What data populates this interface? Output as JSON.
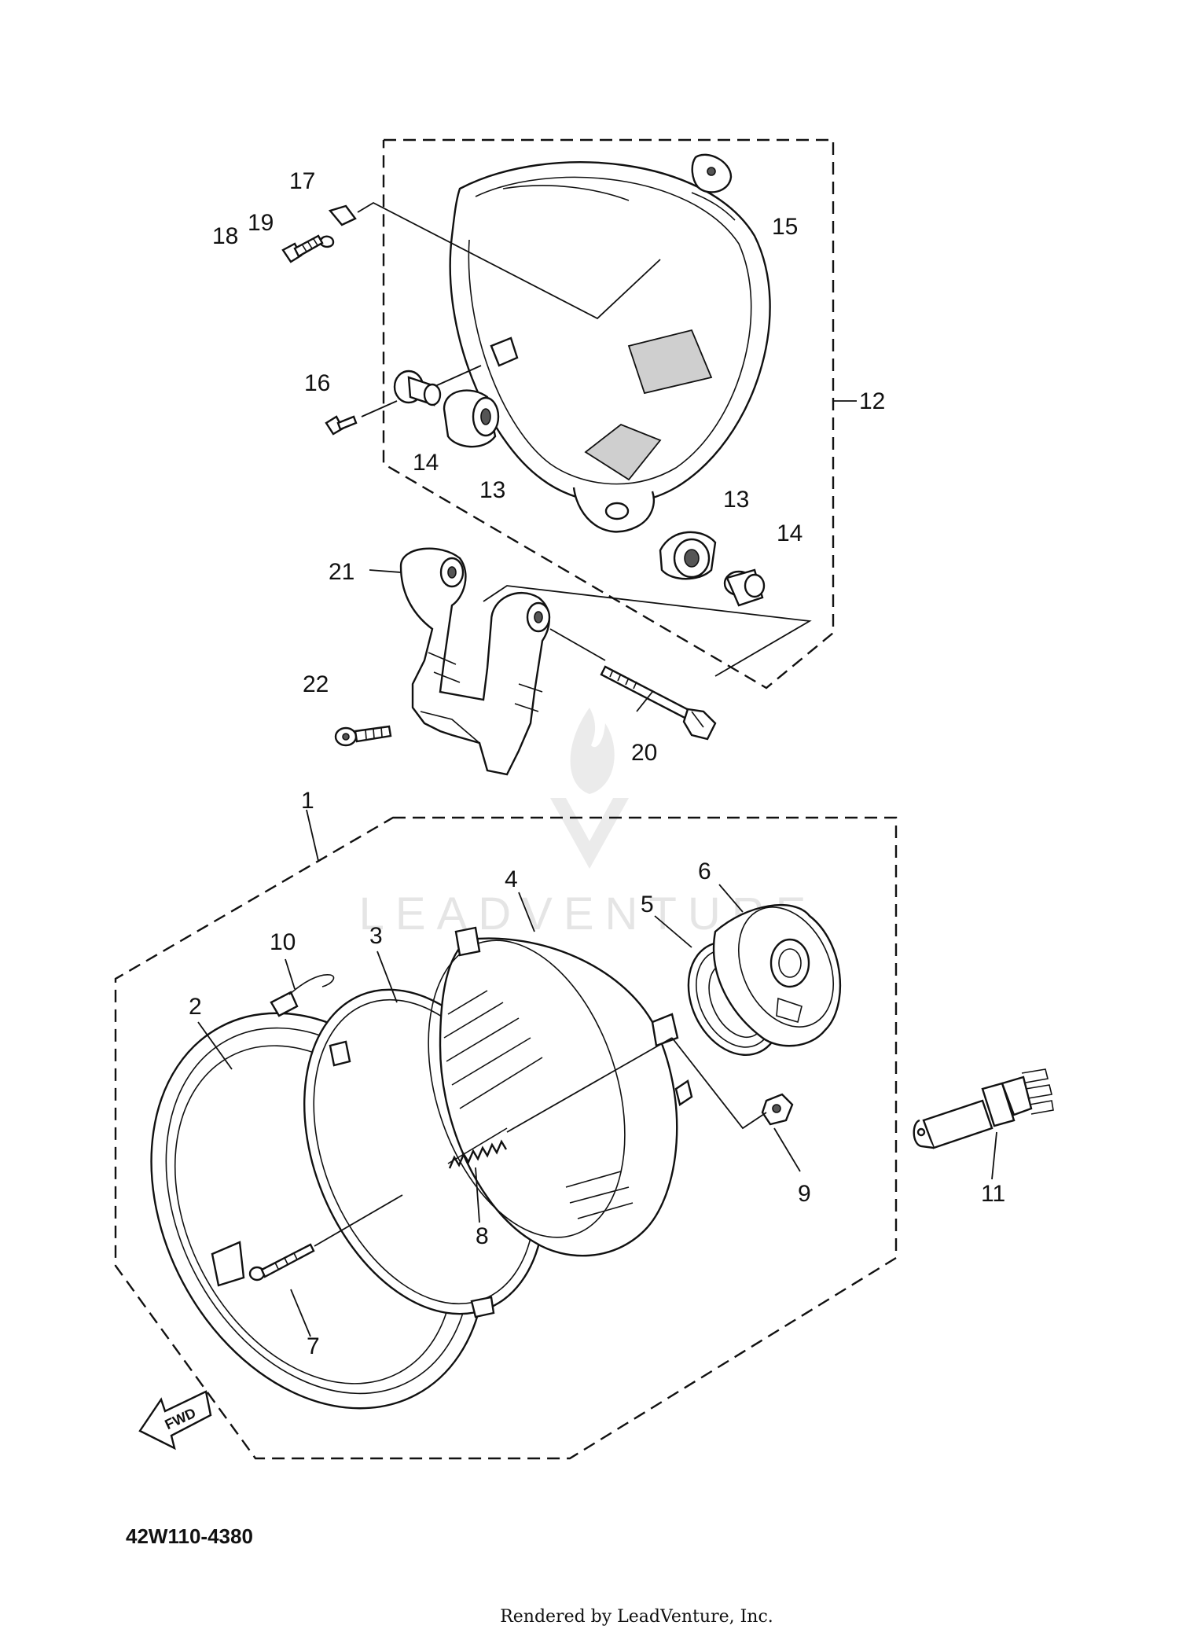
{
  "diagram": {
    "figure_code": "42W110-4380",
    "credit": "Rendered by LeadVenture, Inc.",
    "watermark": "LEADVENTURE",
    "fwd_label": "FWD",
    "callouts": {
      "c1": "1",
      "c2": "2",
      "c3": "3",
      "c4": "4",
      "c5": "5",
      "c6": "6",
      "c7": "7",
      "c8": "8",
      "c9": "9",
      "c10": "10",
      "c11": "11",
      "c12": "12",
      "c13a": "13",
      "c13b": "13",
      "c14a": "14",
      "c14b": "14",
      "c15": "15",
      "c16": "16",
      "c17": "17",
      "c18": "18",
      "c19": "19",
      "c20": "20",
      "c21": "21",
      "c22": "22"
    }
  }
}
